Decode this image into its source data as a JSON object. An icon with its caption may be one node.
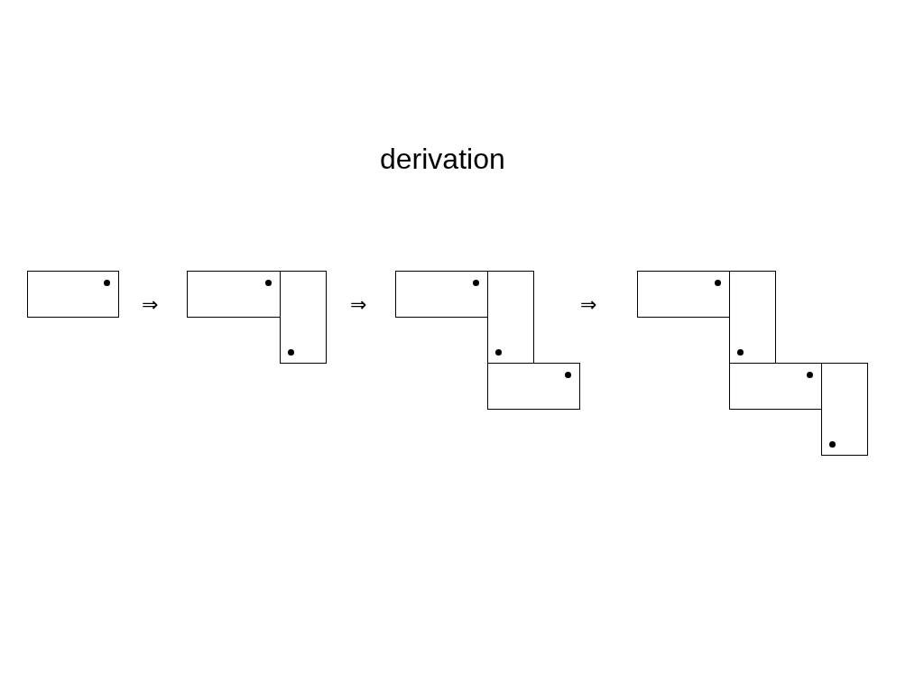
{
  "diagram": {
    "title": "derivation",
    "nodes": [
      {
        "text": [],
        "shape": "box"
      },
      {
        "text": [],
        "shape": "box"
      },
      {
        "text": [],
        "shape": "box"
      },
      {
        "text": [],
        "shape": "box"
      },
      {
        "text": [],
        "shape": "box"
      },
      {
        "text": [],
        "shape": "box"
      },
      {
        "text": [],
        "shape": "box"
      },
      {
        "text": [],
        "shape": "box"
      },
      {
        "text": [],
        "shape": "box"
      },
      {
        "text": [],
        "shape": "box"
      }
    ],
    "labels": [
      "⇒",
      "⇒",
      "⇒"
    ]
  }
}
